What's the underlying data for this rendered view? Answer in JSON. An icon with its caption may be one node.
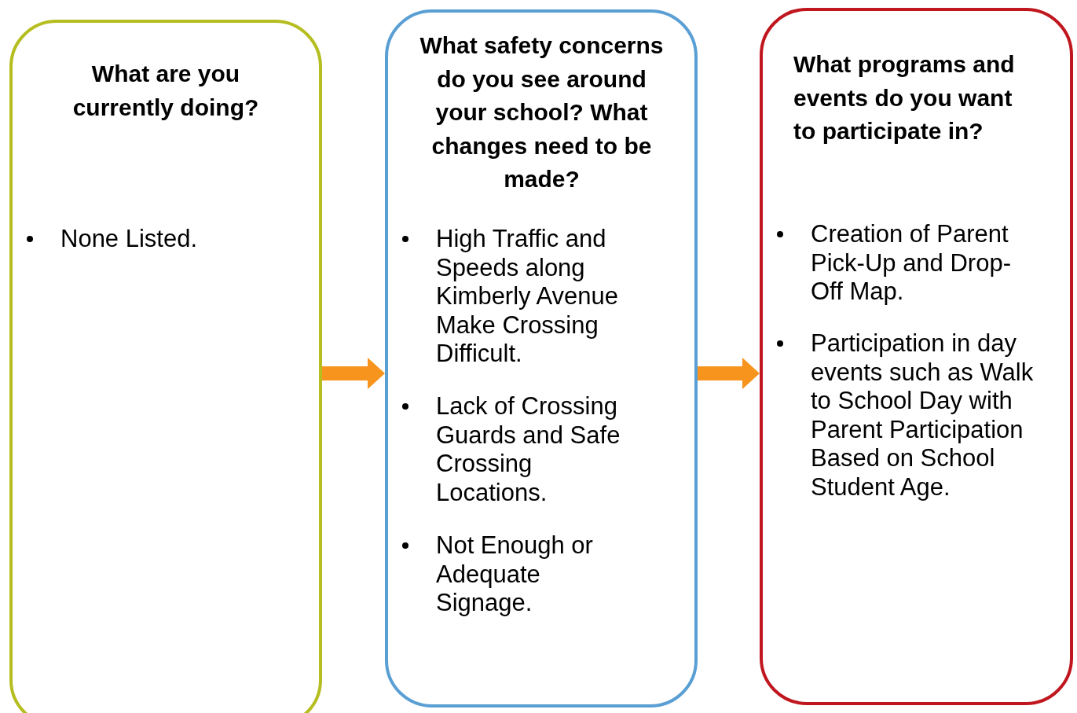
{
  "diagram": {
    "nodes": [
      {
        "text": [
          "What are you currently doing?",
          "None Listed."
        ]
      },
      {
        "text": [
          "What safety concerns do you see around your school? What changes need to be made?",
          "High Traffic and Speeds along Kimberly Avenue Make Crossing Difficult.",
          "Lack of Crossing Guards and Safe Crossing Locations.",
          "Not Enough or Adequate Signage."
        ]
      },
      {
        "text": [
          "What programs and events do you want to participate in?",
          "Creation of Parent Pick-Up and Drop-Off Map.",
          "Participation in day events such as Walk to School Day with Parent Participation Based on School Student Age."
        ]
      }
    ],
    "edges": [
      {
        "from": 0,
        "to": 1,
        "arrow": "to"
      },
      {
        "from": 1,
        "to": 2,
        "arrow": "to"
      }
    ]
  }
}
